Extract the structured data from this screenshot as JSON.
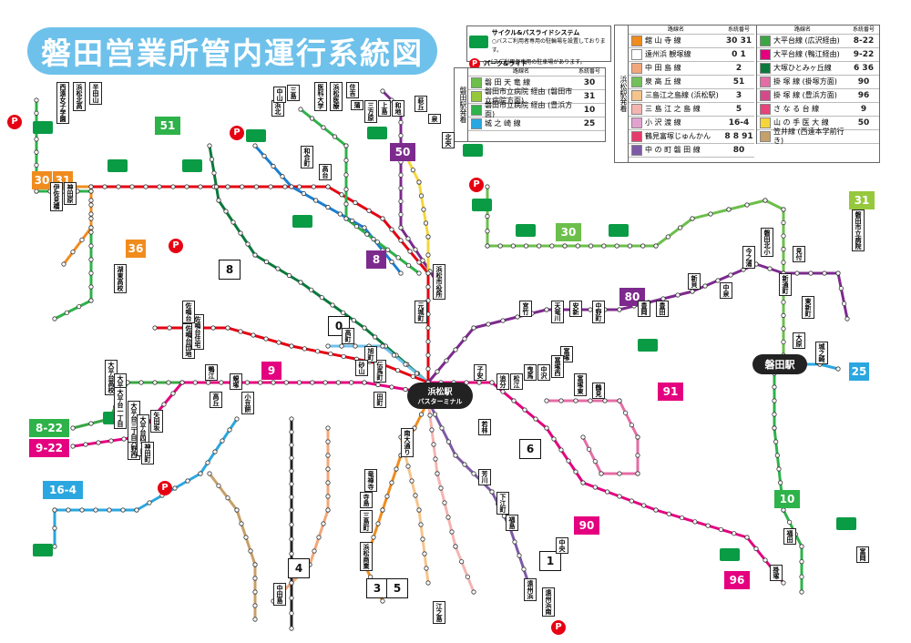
{
  "title": "磐田営業所管内運行系統図",
  "legend_top": {
    "cycle": "サイクル&バスライドシステム",
    "cycle_note": "○バスご利用者専用の駐輪場を設置しております。",
    "park": "パーク&ライド",
    "park_note": "○バスご利用者専用の駐車場があります。"
  },
  "legend_left": {
    "side_label": "磐田駅発着",
    "header_route": "路線名",
    "header_num": "系統番号",
    "rows": [
      {
        "name": "磐 田 天 竜 線",
        "num": "30",
        "color": "#6cbf4b"
      },
      {
        "name": "磐田市立病院 経由 (磐田市立病院方面)",
        "num": "31",
        "color": "#96c83c"
      },
      {
        "name": "磐田市立病院 経由 (豊浜方面)",
        "num": "10",
        "color": "#2eb24a"
      },
      {
        "name": "城 之 崎 線",
        "num": "25",
        "color": "#2aa7e0"
      }
    ]
  },
  "legend_right": {
    "side_label": "浜松駅発着",
    "header_route": "路線名",
    "header_num": "系統番号",
    "left_rows": [
      {
        "name": "舘 山 寺 線",
        "num": "30 31",
        "color": "#f08c1e"
      },
      {
        "name": "遠州浜 観塚線",
        "num": "0 1",
        "color": "#ffffff"
      },
      {
        "name": "中 田 島 線",
        "num": "2",
        "color": "#f2a77a"
      },
      {
        "name": "泉 高 丘 線",
        "num": "51",
        "color": "#73c05a"
      },
      {
        "name": "三島江之島線 (浜松駅)",
        "num": "3",
        "color": "#f5c48c"
      },
      {
        "name": "三 島 江 之 島 線",
        "num": "5",
        "color": "#f4b4b0"
      },
      {
        "name": "小 沢 渡 線",
        "num": "16-4",
        "color": "#e2a2cf"
      },
      {
        "name": "鶴見富塚じゅんかん",
        "num": "8 8 91",
        "color": "#e63b6a"
      },
      {
        "name": "中 の 町 磐 田 線",
        "num": "80",
        "color": "#7d5aa6"
      }
    ],
    "right_rows": [
      {
        "name": "大平台線 (広沢経由)",
        "num": "8-22",
        "color": "#3aa644"
      },
      {
        "name": "大平台線 (鴨江経由)",
        "num": "9-22",
        "color": "#e4007f"
      },
      {
        "name": "大塚ひとみヶ丘線",
        "num": "6 36",
        "color": "#0a7a3c"
      },
      {
        "name": "掛 塚 線 (掛塚方面)",
        "num": "90",
        "color": "#e56ca4"
      },
      {
        "name": "掛 塚 線 (豊浜方面)",
        "num": "96",
        "color": "#d24a8a"
      },
      {
        "name": "さ な る 台 線",
        "num": "9",
        "color": "#e8437a"
      },
      {
        "name": "山 の 手 医 大 線",
        "num": "50",
        "color": "#f5d63a"
      },
      {
        "name": "笠井線 (西遠本学前行き)",
        "num": "",
        "color": "#c6a06a"
      }
    ]
  },
  "stations": {
    "hamamatsu": "浜松駅",
    "hamamatsu_sub": "バスターミナル",
    "iwata": "磐田駅"
  },
  "route_tags": [
    {
      "label": "51",
      "color": "#2eb24a"
    },
    {
      "label": "50",
      "color": "#7d2a8e"
    },
    {
      "label": "30",
      "color": "#f08c1e"
    },
    {
      "label": "31",
      "color": "#f08c1e"
    },
    {
      "label": "36",
      "color": "#f08c1e"
    },
    {
      "label": "8",
      "color": "#ffffff"
    },
    {
      "label": "8",
      "color": "#7d2a8e"
    },
    {
      "label": "0",
      "color": "#ffffff"
    },
    {
      "label": "9",
      "color": "#e4007f"
    },
    {
      "label": "80",
      "color": "#7d2a8e"
    },
    {
      "label": "91",
      "color": "#e4007f"
    },
    {
      "label": "6",
      "color": "#ffffff"
    },
    {
      "label": "90",
      "color": "#e4007f"
    },
    {
      "label": "1",
      "color": "#ffffff"
    },
    {
      "label": "4",
      "color": "#ffffff"
    },
    {
      "label": "3",
      "color": "#ffffff"
    },
    {
      "label": "5",
      "color": "#ffffff"
    },
    {
      "label": "8-22",
      "color": "#2eb24a"
    },
    {
      "label": "9-22",
      "color": "#e4007f"
    },
    {
      "label": "16-4",
      "color": "#2aa7e0"
    },
    {
      "label": "30",
      "color": "#6cbf4b"
    },
    {
      "label": "31",
      "color": "#96c83c"
    },
    {
      "label": "10",
      "color": "#2eb24a"
    },
    {
      "label": "25",
      "color": "#2aa7e0"
    },
    {
      "label": "96",
      "color": "#e4007f"
    }
  ],
  "stops": {
    "northwest": [
      "西遠女子学園",
      "浜松北高",
      "半田山",
      "医科大学",
      "浜松医療",
      "住吉",
      "和合町",
      "高台",
      "萩丘",
      "泉",
      "北央",
      "浜北",
      "中山",
      "三島",
      "蒲",
      "三方原",
      "上島",
      "和地"
    ],
    "west": [
      "神田原",
      "伊佐見橋",
      "湖東高校",
      "入野西",
      "大平台高校",
      "大平台二丁目",
      "大平台一丁目",
      "大平台三丁目",
      "大平台四丁目",
      "神田町",
      "矢田坂",
      "佐鳴台団地",
      "佐鳴台住宅",
      "佐鳴台"
    ],
    "center": [
      "浜松市役所",
      "元城町",
      "伝馬町",
      "旭町",
      "高町",
      "砂山",
      "田町",
      "子安",
      "追分",
      "松江",
      "曳馬",
      "中沢",
      "富塚",
      "冨塚西",
      "富塚東",
      "鴨江",
      "蜆塚",
      "高丘",
      "小豆餅"
    ],
    "south": [
      "南大通り",
      "寺島",
      "竜禅寺",
      "三島町",
      "浜松商業",
      "中田島",
      "若林",
      "芳川",
      "下江町",
      "福島",
      "遠州浜",
      "江之島",
      "鶴見",
      "中央",
      "遠州浜南"
    ],
    "east": [
      "宮竹",
      "天竜川",
      "安新",
      "中野町",
      "豊岡",
      "豊田",
      "見付",
      "新貝",
      "中泉",
      "今之浦",
      "新通町",
      "磐田北小",
      "大原",
      "城之崎",
      "磐田市立病院",
      "東新町",
      "掛塚",
      "福田",
      "富岡"
    ]
  }
}
